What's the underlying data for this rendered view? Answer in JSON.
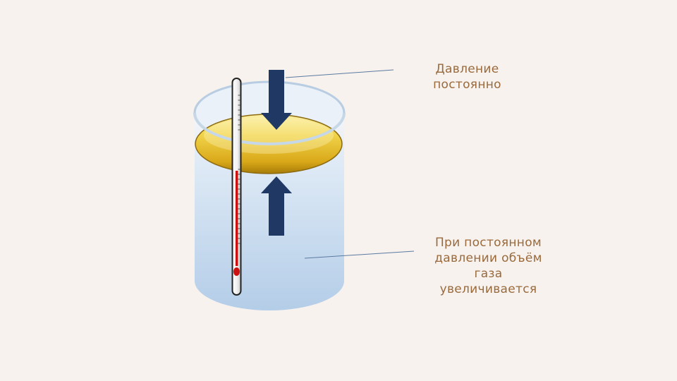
{
  "labels": {
    "pressure_line1": "Давление",
    "pressure_line2": "постоянно",
    "volume_line1": "При постоянном",
    "volume_line2": "давлении объём",
    "volume_line3": "газа",
    "volume_line4": "увеличивается"
  },
  "colors": {
    "background": "#f7f2ee",
    "label_text": "#9a6a3c",
    "arrow": "#1f3864",
    "piston": "#e8c42e",
    "gas": "#bcd4ec",
    "mercury": "#cc1111"
  },
  "icons": {
    "down_arrow": "down-arrow-icon",
    "up_arrow": "up-arrow-icon",
    "thermometer": "thermometer-icon"
  }
}
